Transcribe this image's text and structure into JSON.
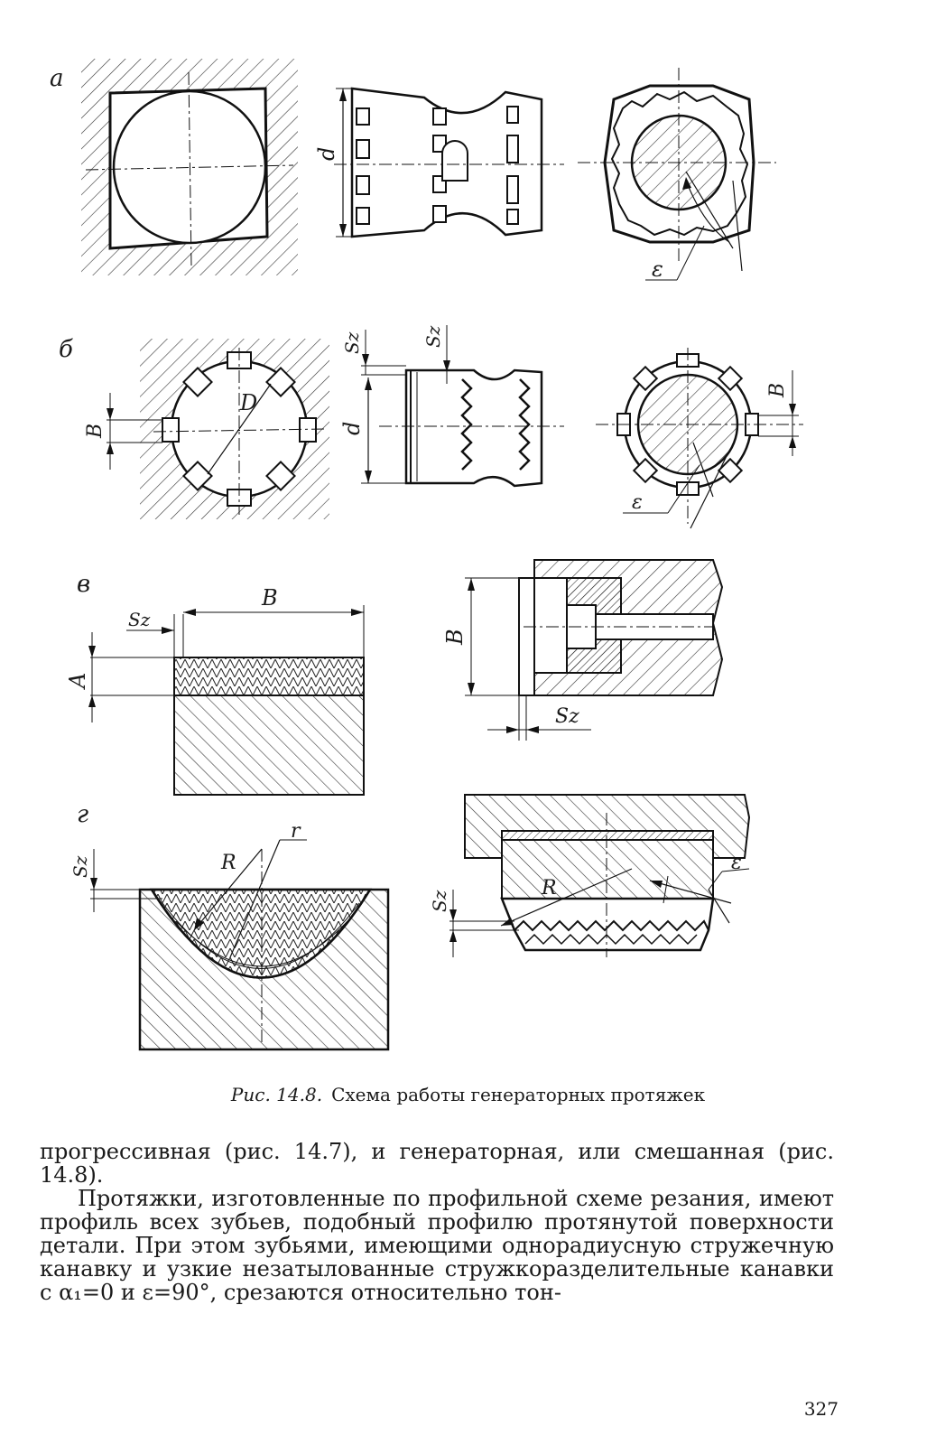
{
  "figure": {
    "panels": [
      {
        "id": "a",
        "label": "а",
        "dims": [
          "d",
          "ε"
        ]
      },
      {
        "id": "b",
        "label": "б",
        "dims": [
          "B",
          "D",
          "Sz",
          "Sz",
          "d",
          "B",
          "ε"
        ]
      },
      {
        "id": "v",
        "label": "в",
        "dims": [
          "B",
          "Sz",
          "A",
          "B",
          "Sz"
        ]
      },
      {
        "id": "g",
        "label": "г",
        "dims": [
          "Sz",
          "R",
          "r",
          "R",
          "ε",
          "Sz"
        ]
      }
    ]
  },
  "caption": {
    "number": "Рис. 14.8.",
    "title": "Схема работы генераторных протяжек"
  },
  "body": {
    "para1": "прогрессивная (рис. 14.7), и генераторная, или смешанная (рис. 14.8).",
    "para2": "Протяжки, изготовленные по профильной схеме резания, имеют профиль всех зубьев, подобный профилю протянутой поверхности детали. При этом зубьями, имеющими однорадиусную стружечную канавку и узкие незатылованные стружкоразделительные канавки с α₁=0 и ε=90°, срезаются относительно тон-"
  },
  "page_number": "327"
}
